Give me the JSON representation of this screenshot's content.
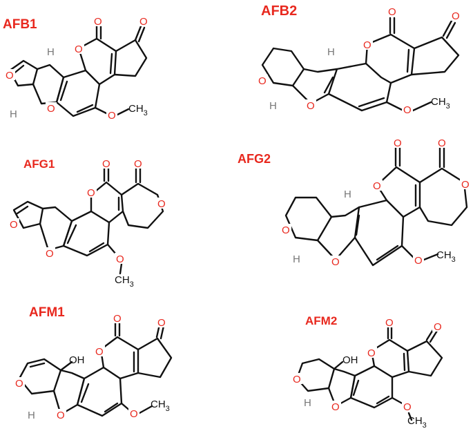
{
  "compounds": [
    {
      "name": "AFB1"
    },
    {
      "name": "AFB2"
    },
    {
      "name": "AFG1"
    },
    {
      "name": "AFG2"
    },
    {
      "name": "AFM1"
    },
    {
      "name": "AFM2"
    }
  ],
  "atoms": {
    "oxygen": "O",
    "hydrogen": "H",
    "hydroxyl": "OH",
    "methyl_main": "CH",
    "methyl_sub": "3"
  },
  "colors": {
    "label": "#e8281e",
    "oxygen": "#e8281e",
    "bond": "#111111"
  }
}
